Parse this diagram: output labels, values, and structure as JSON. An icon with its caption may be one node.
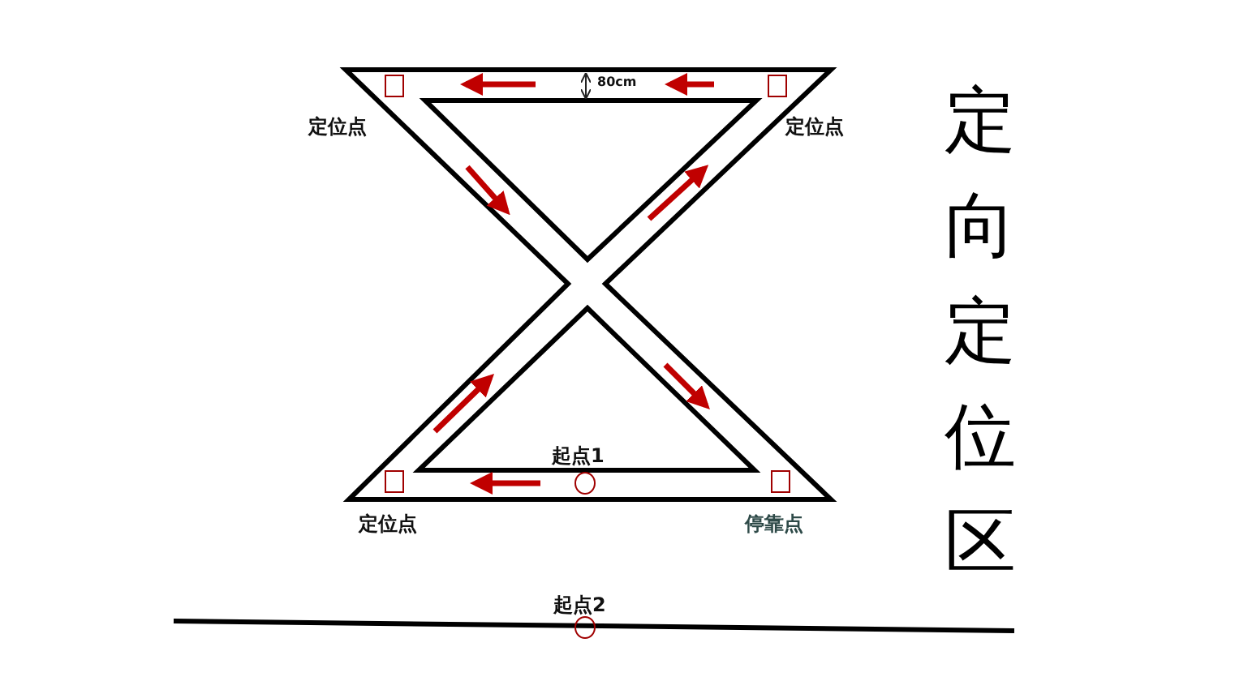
{
  "diagram": {
    "nodes": [
      {
        "text": [],
        "shape": "box",
        "beside": [
          "定位点"
        ]
      },
      {
        "text": [],
        "shape": "box",
        "beside": [
          "定位点"
        ]
      },
      {
        "text": [],
        "shape": "box",
        "beside": [
          "定位点"
        ]
      },
      {
        "text": [],
        "shape": "box",
        "beside": [
          "停靠点"
        ]
      },
      {
        "text": [],
        "shape": "circle",
        "beside": [
          "起点1"
        ]
      },
      {
        "text": [],
        "shape": "circle",
        "beside": [
          "起点2"
        ]
      }
    ],
    "labels": [
      "80cm",
      "定向定位区"
    ]
  }
}
